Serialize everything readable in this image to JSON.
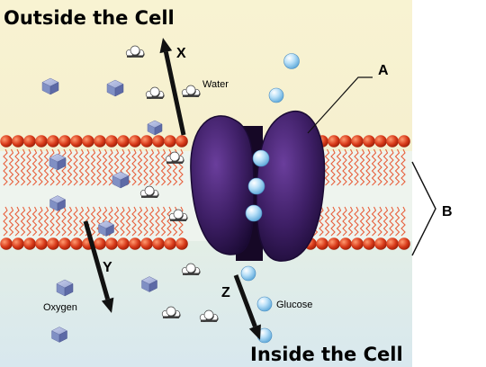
{
  "diagram": {
    "labels": {
      "outside": "Outside the Cell",
      "inside": "Inside the Cell",
      "water": "Water",
      "oxygen": "Oxygen",
      "glucose": "Glucose",
      "x": "X",
      "y": "Y",
      "z": "Z",
      "a": "A",
      "b": "B"
    },
    "colors": {
      "outside_fluid": "#f8f3d2",
      "inside_fluid": "#dcebee",
      "membrane_core": "#eef4ee",
      "phospholipid_head": "#d23a1c",
      "lipid_tail": "#e8603c",
      "channel_protein": "#3e1f66",
      "glucose": "#9fd0f0",
      "oxygen": "#8e9cc9",
      "water": "#ffffff",
      "arrow": "#111111"
    },
    "icons": [
      "water-molecule-icon",
      "oxygen-molecule-icon",
      "glucose-molecule-icon",
      "channel-protein-icon",
      "phospholipid-head-icon"
    ]
  }
}
